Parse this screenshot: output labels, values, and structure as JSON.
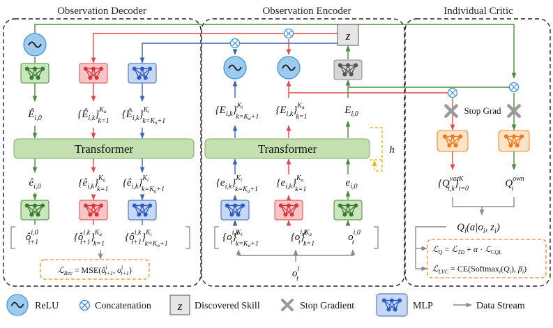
{
  "sections": {
    "decoder": "Observation Decoder",
    "encoder": "Observation Encoder",
    "critic": "Individual Critic"
  },
  "transformer_label": "Transformer",
  "h_label": "h",
  "z_label": "z",
  "stop_grad_label": "Stop Grad",
  "decoder_labels": {
    "E_own": "Ê_{i,0}",
    "E_ally": "{Ê_{i,k}}^{K_a}_{k=1}",
    "E_enemy": "{Ê_{i,k}}^{K_i}_{k=K_a+1}",
    "e_own": "ê_{i,0}",
    "e_ally": "{ê_{i,k}}^{K_a}_{k=1}",
    "e_enemy": "{ê_{i,k}}^{K_i}_{k=K_a+1}",
    "o_own": "ô^{i,0}_{t+1}",
    "o_ally": "{ô^{i,k}_{t+1}}^{K_a}_{k=1}",
    "o_enemy": "{ô^{i,k}_{t+1}}^{K_i}_{k=K_a+1}",
    "loss": "ℒ_Rec = MSE(ô^i_{t+1}, o^i_{t+1})"
  },
  "encoder_labels": {
    "E_enemy": "{E_{i,k}}^{K_i}_{k=K_a+1}",
    "E_ally": "{E_{i,k}}^{K_a}_{k=1}",
    "E_own": "E_{i,0}",
    "e_enemy": "{e_{i,k}}^{K_i}_{k=K_a+1}",
    "e_ally": "{e_{i,k}}^{K_a}_{k=1}",
    "e_own": "e_{i,0}",
    "o_enemy": "{o^{i,k}_t}^{K_i}_{k=K_a+1}",
    "o_ally": "{o^{i,k}_t}^{K_a}_{k=1}",
    "o_own": "o^{i,0}_t",
    "o_input": "o^i_t"
  },
  "critic_labels": {
    "q_var": "{Q^{var}_{i,k}}^K_{i=0}",
    "q_own": "Q^{own}_i",
    "q_main": "Q_i(a|o_i, z_i)",
    "loss_q": "ℒ_Q = ℒ_TD + α · ℒ_CQL",
    "loss_lvc": "ℒ_LVC = CE(Softmax_i(Q_i), β_i)"
  },
  "legend": {
    "relu": "ReLU",
    "concat": "Concatenation",
    "skill": "Discovered Skill",
    "stop": "Stop Gradient",
    "mlp": "MLP",
    "stream": "Data Stream"
  },
  "colors": {
    "green": "#4a8a3c",
    "red": "#e0474c",
    "blue": "#3a62b5",
    "gray": "#8a8a8a",
    "orange": "#ee8a2c",
    "relu_fill": "#9ccbef",
    "transformer_fill": "#c5e0b0",
    "yellow": "#e8b820"
  }
}
